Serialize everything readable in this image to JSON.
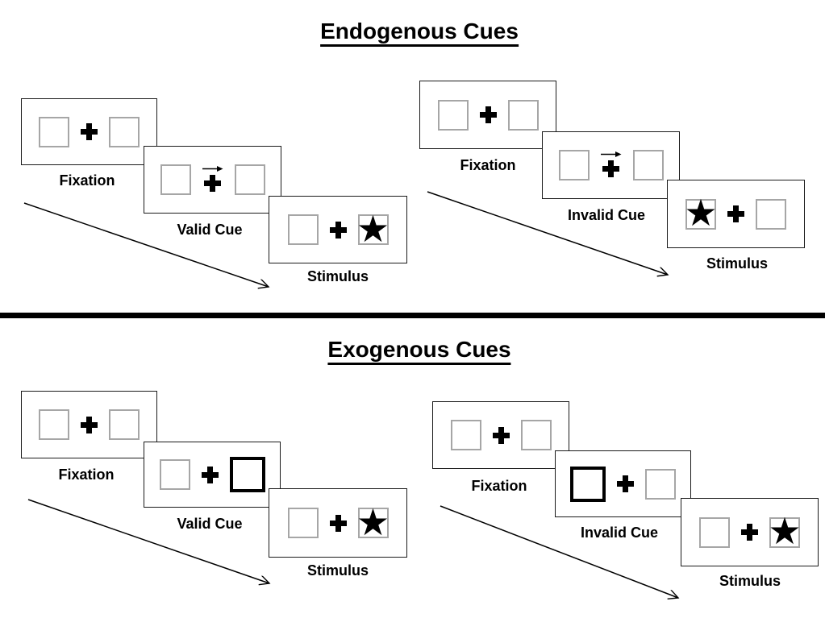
{
  "sections": [
    {
      "title": "Endogenous Cues",
      "groups": [
        {
          "id": "endogenous-valid",
          "cue": "central arrow pointing right",
          "panels": [
            {
              "label": "Fixation"
            },
            {
              "label": "Valid Cue",
              "cue_arrow_direction": "right"
            },
            {
              "label": "Stimulus",
              "star_side": "right"
            }
          ]
        },
        {
          "id": "endogenous-invalid",
          "cue": "central arrow pointing right",
          "panels": [
            {
              "label": "Fixation"
            },
            {
              "label": "Invalid Cue",
              "cue_arrow_direction": "right"
            },
            {
              "label": "Stimulus",
              "star_side": "left"
            }
          ]
        }
      ]
    },
    {
      "title": "Exogenous Cues",
      "groups": [
        {
          "id": "exogenous-valid",
          "cue": "right box highlighted bold",
          "panels": [
            {
              "label": "Fixation"
            },
            {
              "label": "Valid Cue",
              "bold_box_side": "right"
            },
            {
              "label": "Stimulus",
              "star_side": "right"
            }
          ]
        },
        {
          "id": "exogenous-invalid",
          "cue": "left box highlighted bold",
          "panels": [
            {
              "label": "Fixation"
            },
            {
              "label": "Invalid Cue",
              "bold_box_side": "left"
            },
            {
              "label": "Stimulus",
              "star_side": "right"
            }
          ]
        }
      ]
    }
  ],
  "glyphs": {
    "star": "★"
  },
  "colors": {
    "ink": "#000000",
    "box_border_gray": "#a6a6a6",
    "panel_border": "#1a1a1a"
  }
}
